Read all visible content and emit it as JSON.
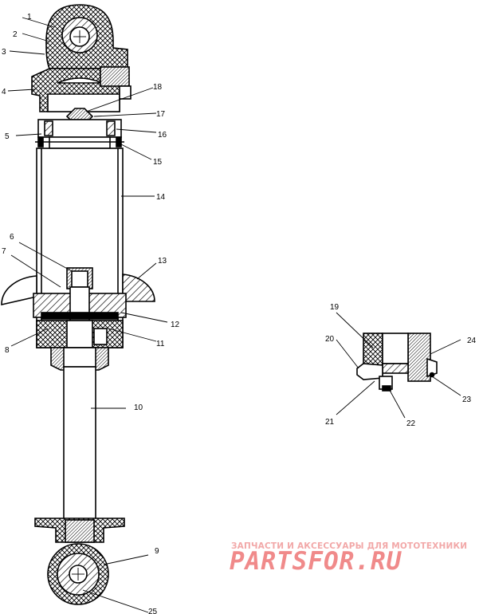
{
  "callouts": [
    {
      "id": "c1",
      "text": "1"
    },
    {
      "id": "c2",
      "text": "2"
    },
    {
      "id": "c3",
      "text": "3"
    },
    {
      "id": "c4",
      "text": "4"
    },
    {
      "id": "c5",
      "text": "5"
    },
    {
      "id": "c6",
      "text": "6"
    },
    {
      "id": "c7",
      "text": "7"
    },
    {
      "id": "c8",
      "text": "8"
    },
    {
      "id": "c9",
      "text": "9"
    },
    {
      "id": "c10",
      "text": "10"
    },
    {
      "id": "c11",
      "text": "11"
    },
    {
      "id": "c12",
      "text": "12"
    },
    {
      "id": "c13",
      "text": "13"
    },
    {
      "id": "c14",
      "text": "14"
    },
    {
      "id": "c15",
      "text": "15"
    },
    {
      "id": "c16",
      "text": "16"
    },
    {
      "id": "c17",
      "text": "17"
    },
    {
      "id": "c18",
      "text": "18"
    },
    {
      "id": "c19",
      "text": "19"
    },
    {
      "id": "c20",
      "text": "20"
    },
    {
      "id": "c21",
      "text": "21"
    },
    {
      "id": "c22",
      "text": "22"
    },
    {
      "id": "c23",
      "text": "23"
    },
    {
      "id": "c24",
      "text": "24"
    },
    {
      "id": "c25",
      "text": "25"
    }
  ],
  "watermark": {
    "subtitle": "ЗАПЧАСТИ И АКСЕССУАРЫ ДЛЯ МОТОТЕХНИКИ",
    "logo": "PARTSFOR.RU"
  },
  "colors": {
    "line": "#000000",
    "hatch": "#000000",
    "watermark": "#f08a8a"
  }
}
